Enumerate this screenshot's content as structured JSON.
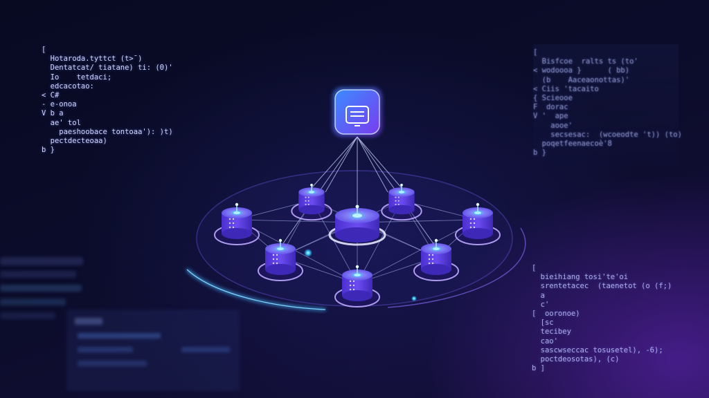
{
  "code_top_left": [
    "[",
    "  Hotaroda.tyttct (t>ˉ)",
    "  Dentatcat/ tiatane) ti: (0)'",
    "  Io    tetdaci;",
    "  edcacotao:",
    "< C#",
    "- e-onoa",
    "V b a",
    "  ae' tol",
    "    paeshoobace tontoaa'): )t)",
    "  pectdecteoaa)",
    "b }"
  ],
  "code_top_right": [
    "[",
    "  Bisfcoe  ralts ts (to'",
    "< wodoooa }      ( bb)",
    "  (b    Aaceaonottas)'",
    "< Ciis 'tacaito",
    "{ Scieooe",
    "F  dorac",
    "V '  ape",
    "    aooe'",
    "    secsesac:  (wcoeodte 't)) (to)",
    "  poqetfeenaecoè'8",
    "b }"
  ],
  "code_bottom_right": [
    "[",
    "  bieihiang tosi'te'oi",
    "  srentetacec  (taenetot (o (f;)",
    "  a",
    "  c'",
    "[  ooronoe)",
    "  [sc",
    "  tecibey",
    "  cao'",
    "  sascwseccac tosusetel), -6);",
    "  poctdeosotas), (c)",
    "b ]"
  ],
  "icons": {
    "hub": "message-server-icon",
    "node": "database-node-icon"
  },
  "colors": {
    "background": "#0b0c2a",
    "accent_blue": "#3b6cff",
    "accent_purple": "#7b3cf0",
    "glow": "#38c8ff",
    "node_body": "#5a3fe0",
    "ring": "#8a6cff"
  }
}
